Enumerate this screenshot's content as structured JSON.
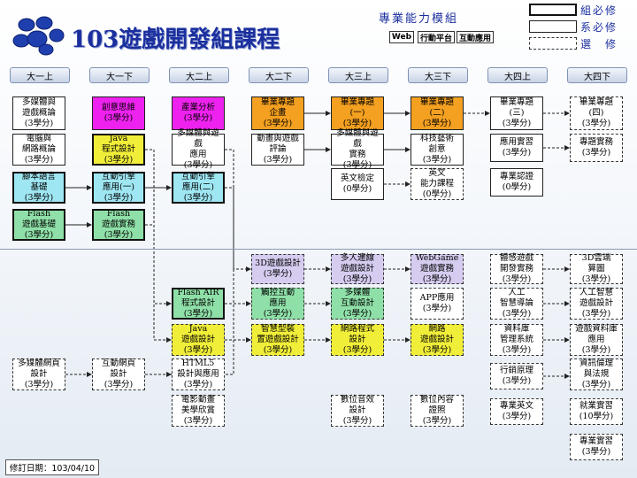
{
  "header": {
    "title": "103遊戲開發組課程",
    "module_title": "專業能力模組",
    "tags": [
      {
        "label": "Web",
        "bg": "#ffffff"
      },
      {
        "label": "行動平台",
        "bg": "#f1ee3a"
      },
      {
        "label": "互動應用",
        "bg": "#8fe0a8"
      }
    ]
  },
  "legend": [
    {
      "label": "組必修",
      "style": "grp"
    },
    {
      "label": "系必修",
      "style": "req"
    },
    {
      "label": "選　修",
      "style": "sel"
    }
  ],
  "semesters": [
    "大一上",
    "大一下",
    "大二上",
    "大二下",
    "大三上",
    "大三下",
    "大四上",
    "大四下"
  ],
  "colors": {
    "magenta": "#ee22ee",
    "orange": "#f4a020",
    "lavender": "#d6ccf0",
    "green": "#8fe0a8",
    "yellow": "#f1ee3a",
    "cyan": "#9ee6f2",
    "white": "#ffffff",
    "connector": "#222222",
    "title": "#1b2f9e"
  },
  "courses": [
    {
      "id": "c1",
      "text": "多媒體與\n遊戲概論\n(3學分)",
      "style": "req",
      "color": "white"
    },
    {
      "id": "c2",
      "text": "電腦與\n網路概論\n(3學分)",
      "style": "req",
      "color": "white"
    },
    {
      "id": "c3",
      "text": "腳本語言\n基礎\n(3學分)",
      "style": "grp",
      "color": "cyan"
    },
    {
      "id": "c4",
      "text": "Flash\n遊戲基礎\n(3學分)",
      "style": "grp",
      "color": "green"
    },
    {
      "id": "c5",
      "text": "創意思維\n(3學分)",
      "style": "req",
      "color": "magenta"
    },
    {
      "id": "c6",
      "text": "Java\n程式設計\n(3學分)",
      "style": "grp",
      "color": "yellow"
    },
    {
      "id": "c7",
      "text": "互動引擎\n應用(一)\n(3學分)",
      "style": "grp",
      "color": "cyan"
    },
    {
      "id": "c8",
      "text": "Flash\n遊戲實務\n(3學分)",
      "style": "grp",
      "color": "green"
    },
    {
      "id": "c9",
      "text": "產業分析\n(3學分)",
      "style": "req",
      "color": "magenta"
    },
    {
      "id": "c10",
      "text": "多媒體與遊戲\n應用\n(3學分)",
      "style": "req",
      "color": "white"
    },
    {
      "id": "c11",
      "text": "互動引擎\n應用(二)\n(3學分)",
      "style": "grp",
      "color": "cyan"
    },
    {
      "id": "c12",
      "text": "畢業專題\n企畫\n(3學分)",
      "style": "req",
      "color": "orange"
    },
    {
      "id": "c13",
      "text": "動畫與遊戲\n評論\n(3學分)",
      "style": "req",
      "color": "white"
    },
    {
      "id": "c14",
      "text": "畢業專題\n(一)\n(3學分)",
      "style": "req",
      "color": "orange"
    },
    {
      "id": "c15",
      "text": "多媒體與遊戲\n實務\n(3學分)",
      "style": "req",
      "color": "white"
    },
    {
      "id": "c16",
      "text": "英文檢定\n(0學分)",
      "style": "req",
      "color": "white"
    },
    {
      "id": "c17",
      "text": "畢業專題\n(二)\n(3學分)",
      "style": "req",
      "color": "orange"
    },
    {
      "id": "c18",
      "text": "科技藝術\n創意\n(3學分)",
      "style": "req",
      "color": "white"
    },
    {
      "id": "c19",
      "text": "英文\n能力課程\n(0學分)",
      "style": "sel",
      "color": "white"
    },
    {
      "id": "c20",
      "text": "畢業專題\n(三)\n(3學分)",
      "style": "req",
      "color": "white"
    },
    {
      "id": "c21",
      "text": "應用實習\n(3學分)",
      "style": "req",
      "color": "white"
    },
    {
      "id": "c22",
      "text": "專業認證\n(0學分)",
      "style": "req",
      "color": "white"
    },
    {
      "id": "c23",
      "text": "畢業專題\n(四)\n(3學分)",
      "style": "sel",
      "color": "white"
    },
    {
      "id": "c24",
      "text": "專題實務\n(3學分)",
      "style": "sel",
      "color": "white"
    },
    {
      "id": "e1",
      "text": "3D遊戲設計\n(3學分)",
      "style": "sel",
      "color": "lavender"
    },
    {
      "id": "e2",
      "text": "多人連線\n遊戲設計\n(3學分)",
      "style": "sel",
      "color": "lavender"
    },
    {
      "id": "e3",
      "text": "WebGame\n遊戲實務\n(3學分)",
      "style": "sel",
      "color": "lavender"
    },
    {
      "id": "e4",
      "text": "體感遊戲\n開發實務\n(3學分)",
      "style": "sel",
      "color": "white"
    },
    {
      "id": "e5",
      "text": "3D雲端\n算圖\n(3學分)",
      "style": "sel",
      "color": "white"
    },
    {
      "id": "e6",
      "text": "Flash AIR\n程式設計\n(3學分)",
      "style": "grp",
      "color": "green"
    },
    {
      "id": "e7",
      "text": "觸控互動\n應用\n(3學分)",
      "style": "sel",
      "color": "green"
    },
    {
      "id": "e8",
      "text": "多媒體\n互動設計\n(3學分)",
      "style": "sel",
      "color": "green"
    },
    {
      "id": "e9",
      "text": "APP應用\n(3學分)",
      "style": "sel",
      "color": "white"
    },
    {
      "id": "e10",
      "text": "人工\n智慧導論\n(3學分)",
      "style": "sel",
      "color": "white"
    },
    {
      "id": "e11",
      "text": "人工智慧\n遊戲設計\n(3學分)",
      "style": "sel",
      "color": "white"
    },
    {
      "id": "e12",
      "text": "Java\n遊戲設計\n(3學分)",
      "style": "sel",
      "color": "yellow"
    },
    {
      "id": "e13",
      "text": "智慧型裝\n置遊戲設計\n(3學分)",
      "style": "sel",
      "color": "yellow"
    },
    {
      "id": "e14",
      "text": "網路程式\n設計\n(3學分)",
      "style": "sel",
      "color": "yellow"
    },
    {
      "id": "e15",
      "text": "網路\n遊戲設計\n(3學分)",
      "style": "sel",
      "color": "yellow"
    },
    {
      "id": "e16",
      "text": "資料庫\n管理系統\n(3學分)",
      "style": "sel",
      "color": "white"
    },
    {
      "id": "e17",
      "text": "遊戲資料庫\n應用\n(3學分)",
      "style": "sel",
      "color": "white"
    },
    {
      "id": "e18",
      "text": "多媒體網頁\n設計\n(3學分)",
      "style": "sel",
      "color": "white"
    },
    {
      "id": "e19",
      "text": "互動網頁\n設計\n(3學分)",
      "style": "sel",
      "color": "white"
    },
    {
      "id": "e20",
      "text": "HTML5\n設計與應用\n(3學分)",
      "style": "sel",
      "color": "white"
    },
    {
      "id": "e21",
      "text": "行銷原理\n(3學分)",
      "style": "sel",
      "color": "white"
    },
    {
      "id": "e22",
      "text": "資訊倫理\n與法規\n(3學分)",
      "style": "sel",
      "color": "white"
    },
    {
      "id": "e23",
      "text": "電影動畫\n美學欣賞\n(3學分)",
      "style": "sel",
      "color": "white"
    },
    {
      "id": "e24",
      "text": "數位音效\n設計\n(3學分)",
      "style": "sel",
      "color": "white"
    },
    {
      "id": "e25",
      "text": "數位內容\n證照\n(3學分)",
      "style": "sel",
      "color": "white"
    },
    {
      "id": "e26",
      "text": "專業英文\n(3學分)",
      "style": "sel",
      "color": "white"
    },
    {
      "id": "e27",
      "text": "就業實習\n(10學分)",
      "style": "sel",
      "color": "white"
    },
    {
      "id": "e28",
      "text": "專業實習\n(3學分)",
      "style": "sel",
      "color": "white"
    }
  ],
  "revision": "修訂日期：103/04/10"
}
